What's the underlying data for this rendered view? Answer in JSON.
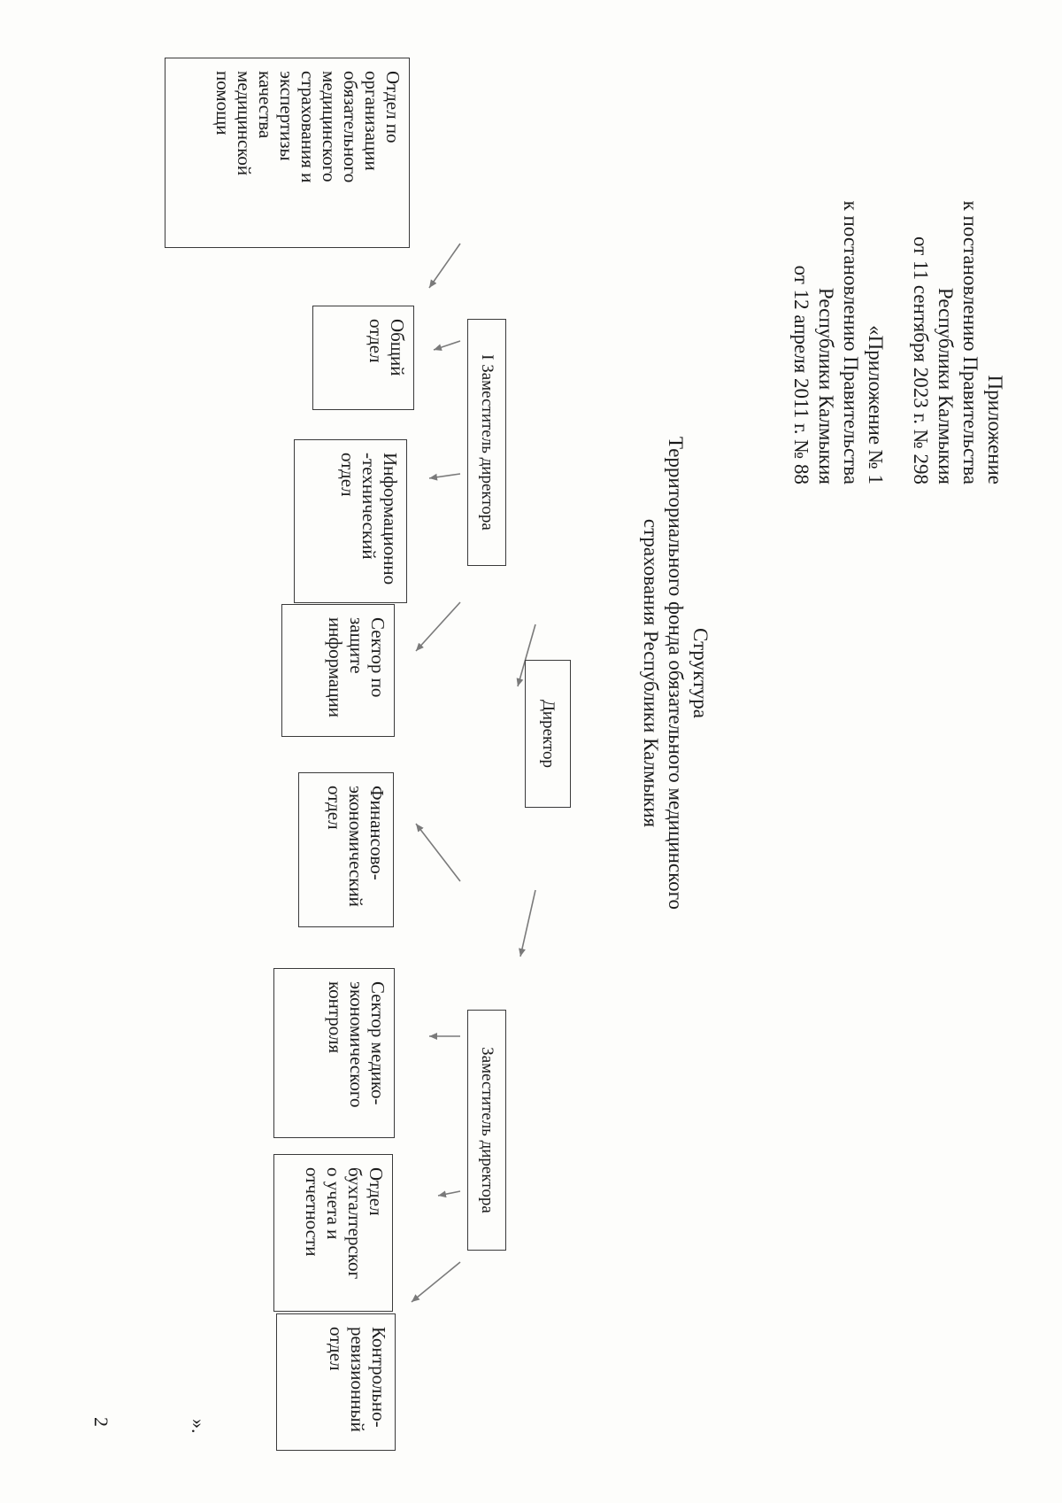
{
  "annex_current": {
    "lines": [
      "Приложение",
      "к постановлению Правительства",
      "Республики Калмыкия",
      "от 11 сентября 2023 г. № 298"
    ]
  },
  "annex_prior": {
    "lines": [
      "«Приложение № 1",
      "к постановлению Правительства",
      "Республики Калмыкия",
      "от 12 апреля 2011 г. № 88"
    ]
  },
  "title": {
    "lines": [
      "Структура",
      "Территориального фонда обязательного медицинского",
      "страхования Республики Калмыкия"
    ]
  },
  "org": {
    "director": "Директор",
    "first_deputy": "I Заместитель директора",
    "deputy": "Заместитель директора",
    "first_deputy_units": [
      {
        "lines": [
          "Отдел по",
          "организации",
          "обязательного",
          "медицинского",
          "страхования и",
          "экспертизы",
          "качества",
          "медицинской",
          "помощи"
        ]
      },
      {
        "lines": [
          "Общий",
          "отдел"
        ]
      },
      {
        "lines": [
          "Информационно",
          "-технический",
          "отдел"
        ]
      },
      {
        "lines": [
          "Сектор по",
          "защите",
          "информации"
        ]
      }
    ],
    "deputy_units": [
      {
        "lines": [
          "Финансово-",
          "экономический",
          "отдел"
        ]
      },
      {
        "lines": [
          "Сектор медико-",
          "экономического",
          "контроля"
        ]
      },
      {
        "lines": [
          "Отдел",
          "бухгалтерског",
          "о учета и",
          "отчетности"
        ]
      },
      {
        "lines": [
          "Контрольно-",
          "ревизионный",
          "отдел"
        ]
      }
    ]
  },
  "closing_mark": "».",
  "page_number": "2",
  "colors": {
    "ink": "#1b1b1b",
    "box_border": "#3a3a3a",
    "arrow": "#7a7a7a",
    "paper": "#fdfdfb"
  }
}
